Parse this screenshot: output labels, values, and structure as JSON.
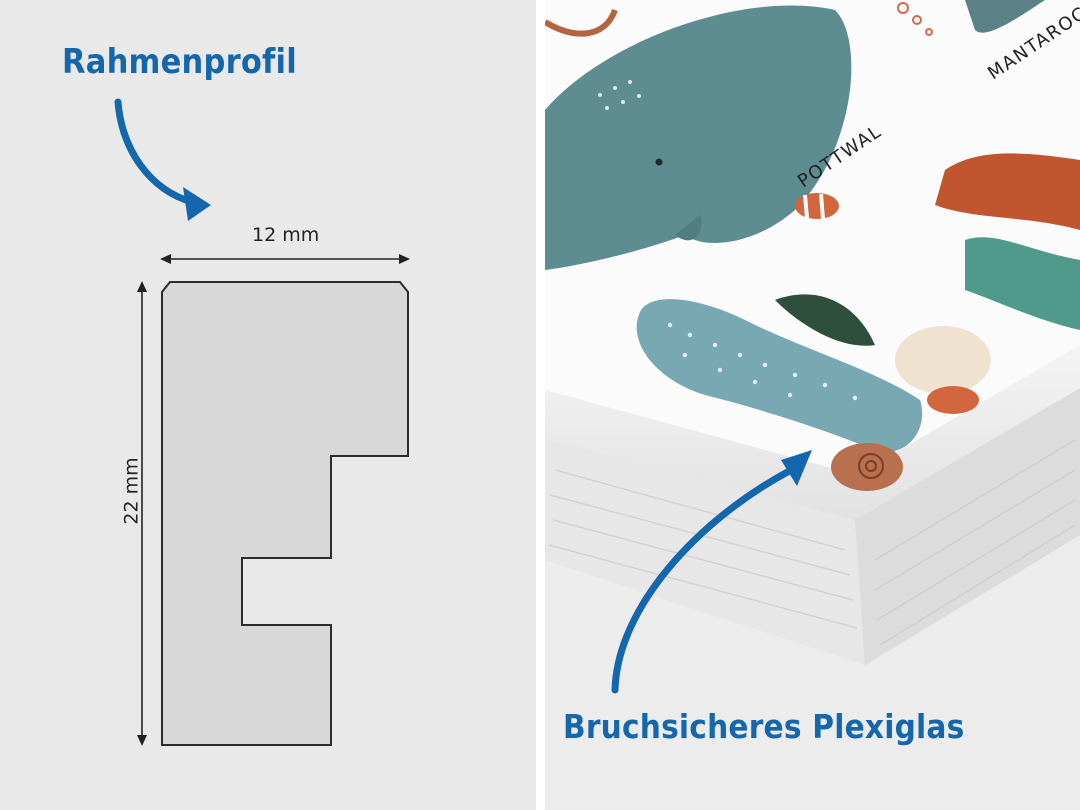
{
  "profile_panel": {
    "title": "Rahmenprofil",
    "width_label": "12 mm",
    "height_label": "22 mm"
  },
  "photo_panel": {
    "caption": "Bruchsicheres Plexiglas",
    "poster_labels": {
      "pottwal": "POTTWAL",
      "manta": "MANTAROC"
    }
  },
  "colors": {
    "accent": "#1567ad",
    "profile_fill": "#d8d8d8",
    "profile_stroke": "#2c2c2c",
    "background": "#e9e9ea"
  },
  "icons": {
    "title_arrow": "curved-arrow-icon",
    "caption_arrow": "curved-arrow-icon"
  }
}
